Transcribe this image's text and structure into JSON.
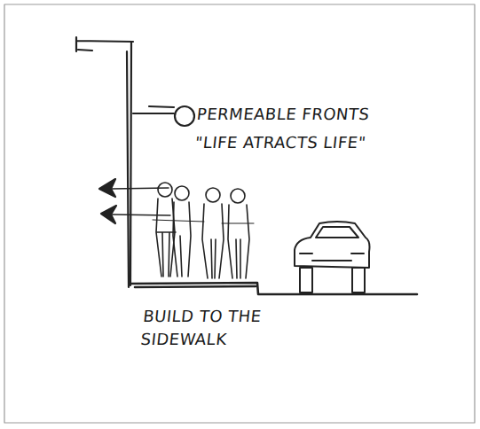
{
  "diagram": {
    "labels": [
      "PERMEABLE FRONTS",
      "\"LIFE ATRACTS LIFE\"",
      "BUILD TO THE SIDEWALK"
    ]
  }
}
